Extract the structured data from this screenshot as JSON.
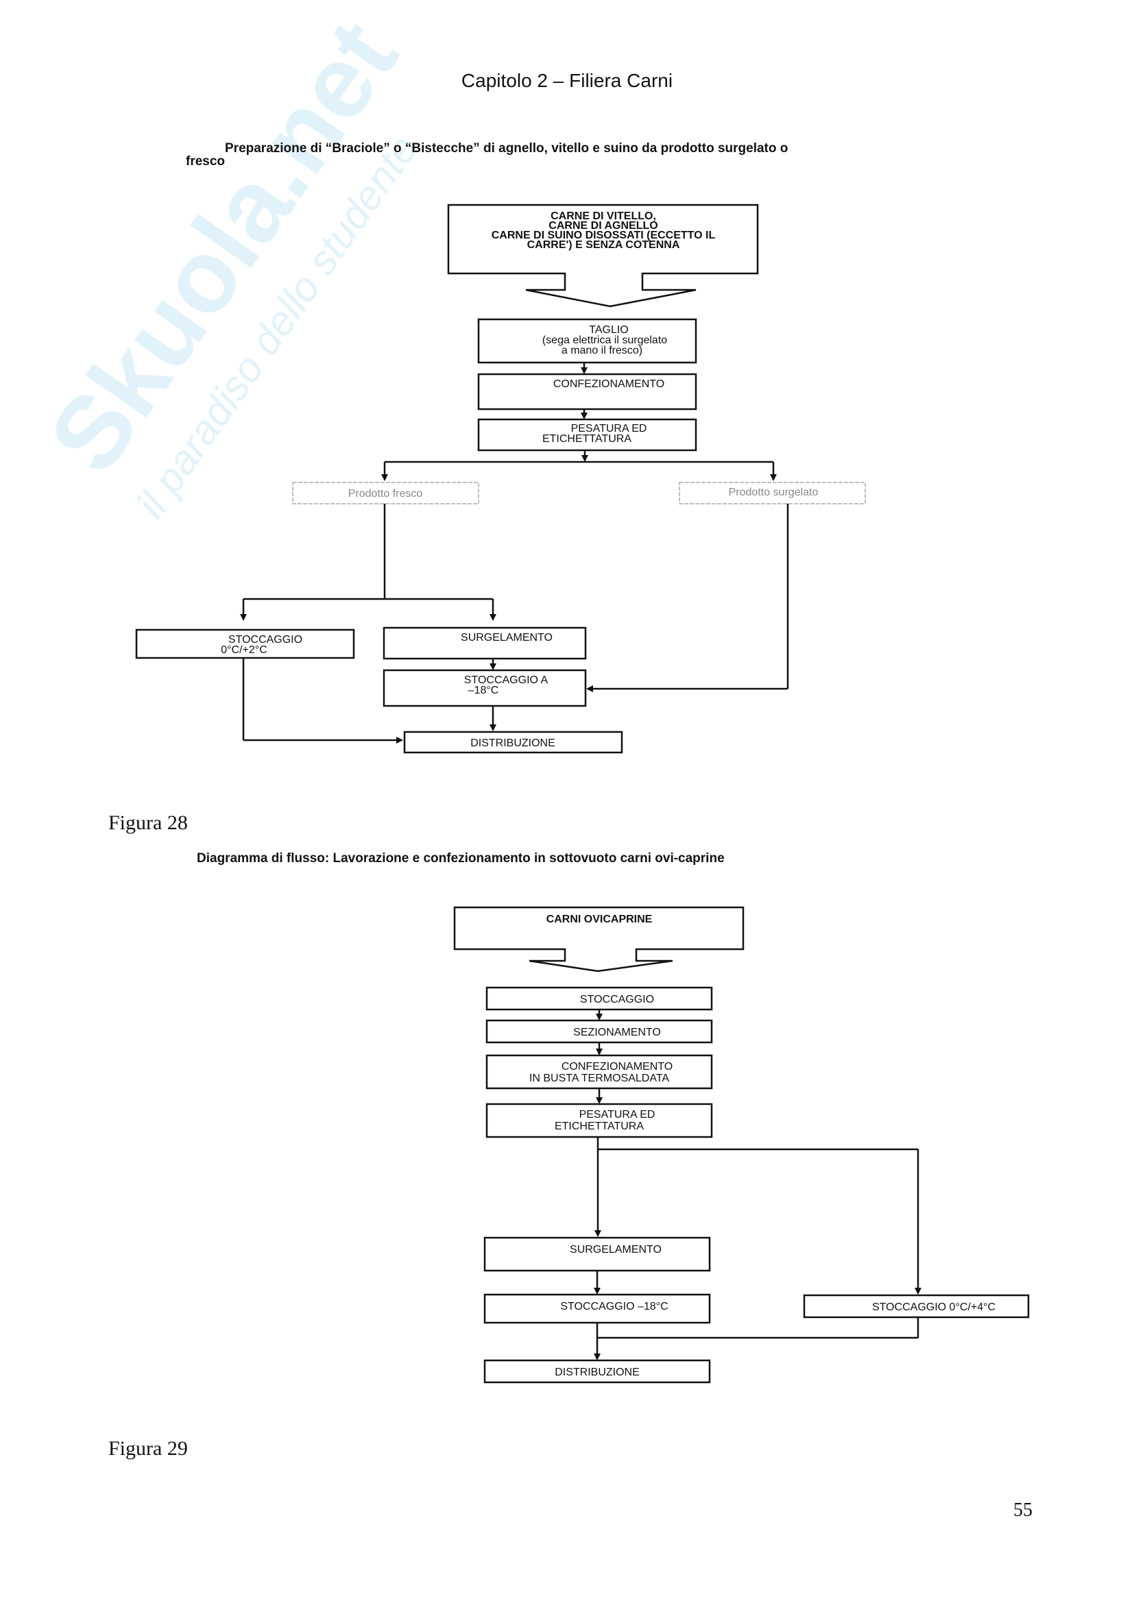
{
  "header": "Capitolo 2 – Filiera Carni",
  "watermark": {
    "logo": "Skuola.net",
    "tagline": "il paradiso dello studente"
  },
  "figure28": {
    "title_line1": "Preparazione di “Braciole” o “Bistecche” di agnello, vitello e suino da prodotto surgelato o",
    "title_line2": "fresco",
    "start": [
      "CARNE DI VITELLO,",
      "CARNE DI AGNELLO",
      "CARNE DI SUINO DISOSSATI (ECCETTO IL",
      "CARRE') E SENZA COTENNA"
    ],
    "taglio": [
      "TAGLIO",
      "(sega elettrica il surgelato",
      "a mano il fresco)"
    ],
    "confezionamento": "CONFEZIONAMENTO",
    "pesatura": [
      "PESATURA ED",
      "ETICHETTATURA"
    ],
    "fresco": "Prodotto fresco",
    "surgelato": "Prodotto surgelato",
    "stoccaggio_fresco": [
      "STOCCAGGIO",
      "0°C/+2°C"
    ],
    "surgelamento": "SURGELAMENTO",
    "stoccaggio_18": [
      "STOCCAGGIO A",
      "–18°C"
    ],
    "distribuzione": "DISTRIBUZIONE",
    "caption": "Figura 28"
  },
  "figure29": {
    "title": "Diagramma di flusso: Lavorazione e confezionamento in sottovuoto carni ovi-caprine",
    "start": "CARNI OVICAPRINE",
    "stoccaggio": "STOCCAGGIO",
    "sezionamento": "SEZIONAMENTO",
    "confezionamento": [
      "CONFEZIONAMENTO",
      "IN BUSTA TERMOSALDATA"
    ],
    "pesatura": [
      "PESATURA ED",
      "ETICHETTATURA"
    ],
    "surgelamento": "SURGELAMENTO",
    "stoccaggio_18": "STOCCAGGIO –18°C",
    "stoccaggio_04": "STOCCAGGIO 0°C/+4°C",
    "distribuzione": "DISTRIBUZIONE",
    "caption": "Figura 29"
  },
  "page_number": "55"
}
